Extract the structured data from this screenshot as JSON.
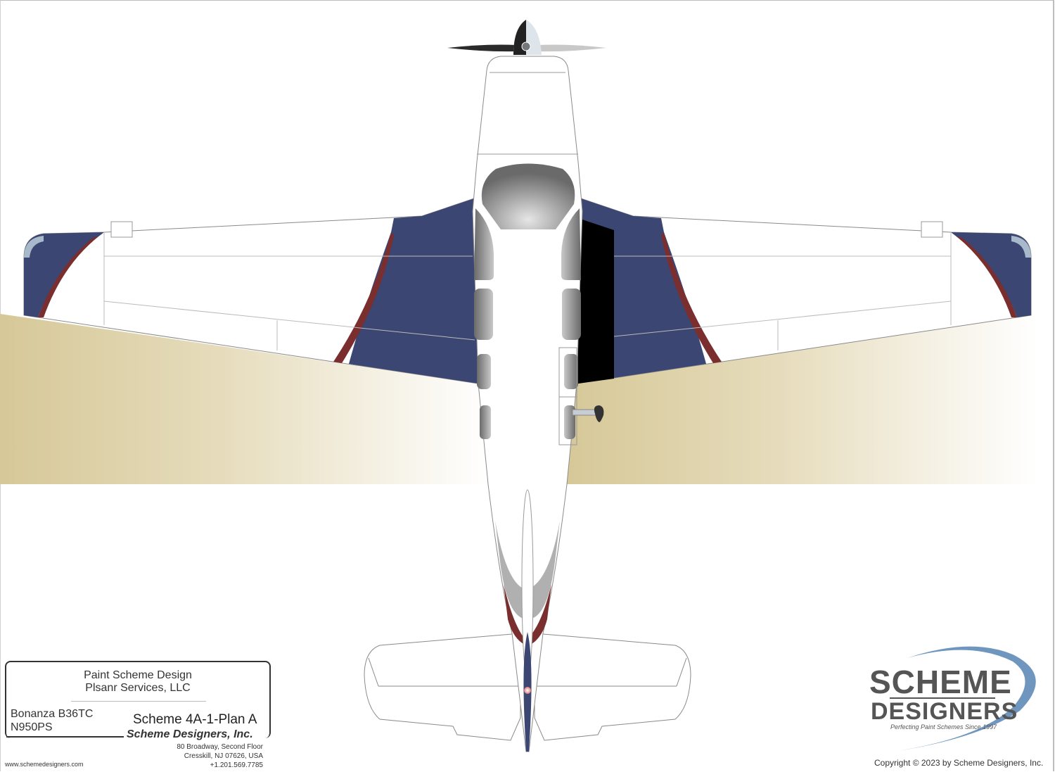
{
  "title_block": {
    "heading_line1": "Paint Scheme Design",
    "heading_line2": "Plsanr Services, LLC",
    "aircraft_model": "Bonanza B36TC",
    "registration": "N950PS",
    "scheme_name": "Scheme 4A-1-Plan A",
    "company_name": "Scheme Designers, Inc.",
    "address_line1": "80 Broadway, Second Floor",
    "address_line2": "Cresskill, NJ  07626, USA",
    "phone": "+1.201.569.7785",
    "website": "www.schemedesigners.com"
  },
  "logo": {
    "word1": "SCHEME",
    "word2": "DESIGNERS",
    "tagline": "Perfecting Paint Schemes Since 1997",
    "swoosh_color": "#6f96bf"
  },
  "copyright": "Copyright © 2023 by Scheme Designers, Inc.",
  "colors": {
    "base_white": "#ffffff",
    "navy": "#3b4673",
    "burgundy": "#7a2e2e",
    "silver_gray": "#b0b0b0",
    "wingtip_light_blue": "#a9b9cc",
    "ground_tan": "#d6c898",
    "outline": "#8a8a8a"
  }
}
